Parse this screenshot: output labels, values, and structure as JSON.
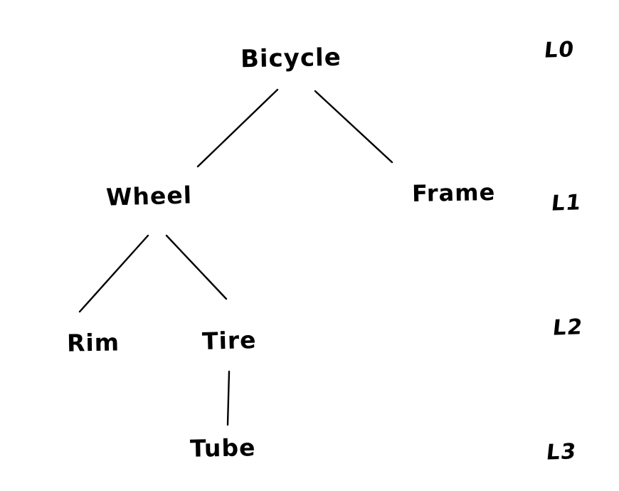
{
  "diagram": {
    "type": "tree",
    "style": "hand-drawn",
    "colors": {
      "ink": "#000000",
      "background": "#ffffff"
    },
    "nodes": [
      {
        "id": "bicycle",
        "label": "Bicycle",
        "level": "L0"
      },
      {
        "id": "wheel",
        "label": "Wheel",
        "level": "L1"
      },
      {
        "id": "frame",
        "label": "Frame",
        "level": "L1"
      },
      {
        "id": "rim",
        "label": "Rim",
        "level": "L2"
      },
      {
        "id": "tire",
        "label": "Tire",
        "level": "L2"
      },
      {
        "id": "tube",
        "label": "Tube",
        "level": "L3"
      }
    ],
    "edges": [
      {
        "from": "Bicycle",
        "to": "Wheel"
      },
      {
        "from": "Bicycle",
        "to": "Frame"
      },
      {
        "from": "Wheel",
        "to": "Rim"
      },
      {
        "from": "Wheel",
        "to": "Tire"
      },
      {
        "from": "Tire",
        "to": "Tube"
      }
    ],
    "level_labels": [
      {
        "label": "L0"
      },
      {
        "label": "L1"
      },
      {
        "label": "L2"
      },
      {
        "label": "L3"
      }
    ]
  }
}
